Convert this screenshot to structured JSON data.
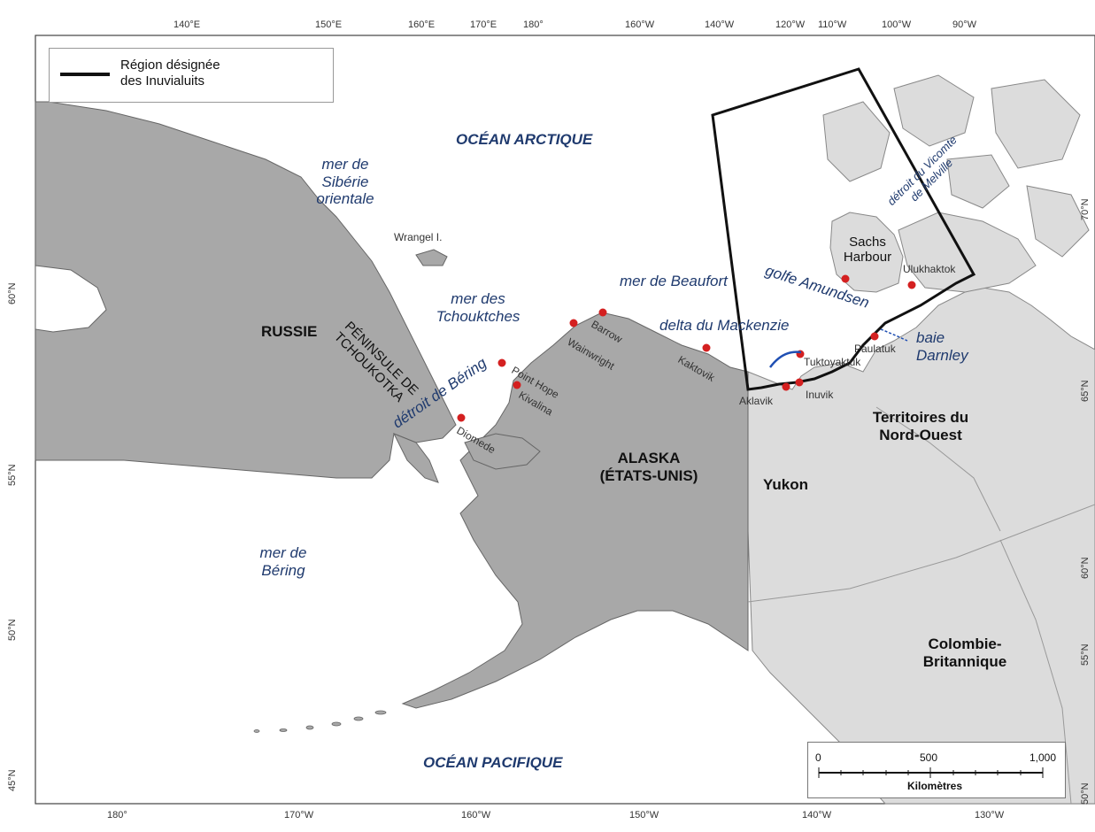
{
  "legend": {
    "label_line1": "Région désignée",
    "label_line2": "des Inuvialuits"
  },
  "labels": {
    "ocean_arctic": "OCÉAN ARCTIQUE",
    "ocean_pacific": "OCÉAN PACIFIQUE",
    "sea_east_siberian_1": "mer de",
    "sea_east_siberian_2": "Sibérie",
    "sea_east_siberian_3": "orientale",
    "sea_chukchi_1": "mer des",
    "sea_chukchi_2": "Tchouktches",
    "sea_beaufort": "mer de Beaufort",
    "sea_bering_1": "mer de",
    "sea_bering_2": "Béring",
    "strait_bering": "détroit de Béring",
    "strait_melville_1": "détroit du Vicomte",
    "strait_melville_2": "de Melville",
    "gulf_amundsen": "golfe Amundsen",
    "bay_darnley_1": "baie",
    "bay_darnley_2": "Darnley",
    "delta_mackenzie": "delta du Mackenzie",
    "country_russia": "RUSSIE",
    "peninsula_1": "PÉNINSULE DE",
    "peninsula_2": "TCHOUKOTKA",
    "alaska_1": "ALASKA",
    "alaska_2": "(ÉTATS-UNIS)",
    "yukon": "Yukon",
    "nwt_1": "Territoires du",
    "nwt_2": "Nord-Ouest",
    "bc_1": "Colombie-",
    "bc_2": "Britannique",
    "wrangel": "Wrangel I.",
    "sachs_1": "Sachs",
    "sachs_2": "Harbour",
    "ulukhaktok": "Ulukhaktok",
    "paulatuk": "Paulatuk",
    "tuktoyaktuk": "Tuktoyaktuk",
    "inuvik": "Inuvik",
    "aklavik": "Aklavik",
    "kaktovik": "Kaktovik",
    "barrow": "Barrow",
    "wainwright": "Wainwright",
    "point_hope": "Point Hope",
    "kivalina": "Kivalina",
    "diomede": "Diomede"
  },
  "ticks": {
    "top": [
      "140°E",
      "150°E",
      "160°E",
      "170°E",
      "180°",
      "160°W",
      "140°W",
      "120°W",
      "110°W",
      "100°W",
      "90°W"
    ],
    "bottom": [
      "180°",
      "170°W",
      "160°W",
      "150°W",
      "140°W",
      "130°W"
    ],
    "left": [
      "60°N",
      "55°N",
      "50°N",
      "45°N"
    ],
    "right": [
      "70°N",
      "65°N",
      "60°N",
      "55°N",
      "50°N"
    ]
  },
  "scale": {
    "t0": "0",
    "t1": "500",
    "t2": "1,000",
    "unit": "Kilomètres"
  },
  "colors": {
    "land_foreign": "#a8a8a8",
    "land_canada": "#dcdcdc",
    "water": "#ffffff",
    "boundary": "#111111",
    "community": "#d42020",
    "sea_label": "#1f3a6e"
  }
}
